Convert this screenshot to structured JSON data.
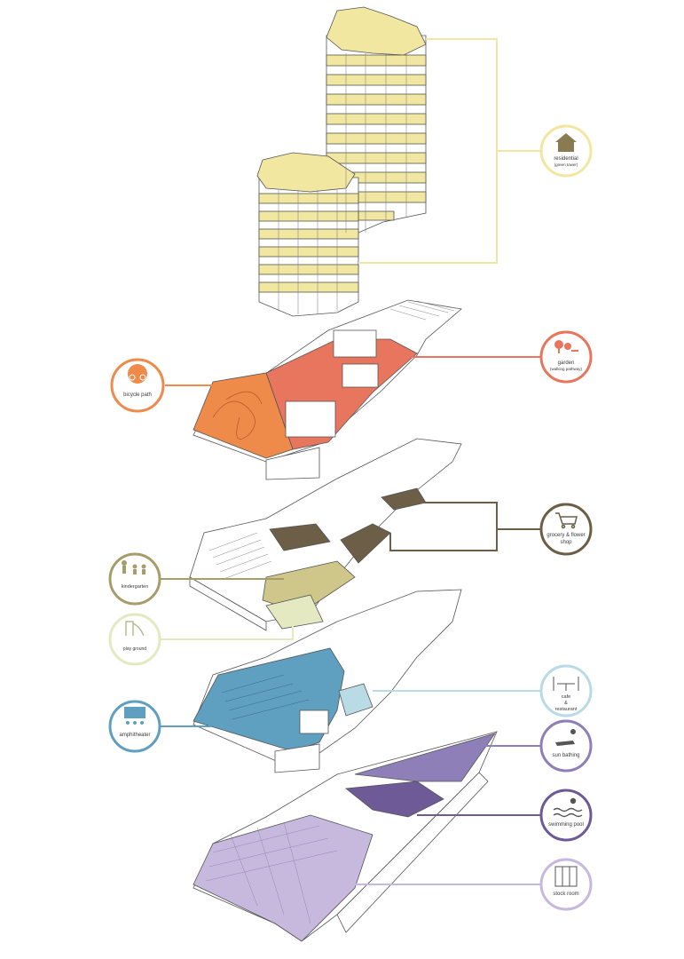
{
  "labels": {
    "residential": "residential",
    "residential_sub": "(green tower)",
    "bicycle": "bicycle path",
    "garden": "garden",
    "garden_sub": "(walking pathway)",
    "grocery_1": "grocery & flower",
    "grocery_2": "shop",
    "kindergarten": "kindergarten",
    "playground": "play ground",
    "cafe_1": "cafe",
    "cafe_2": "&",
    "cafe_3": "restaurant",
    "amphitheater": "amphitheater",
    "sunbathing": "sun bathing",
    "swimming": "swimming pool",
    "stock": "stock room"
  },
  "icons": {
    "residential": "house-icon",
    "bicycle": "bicycle-icon",
    "garden": "tree-bench-icon",
    "grocery": "shopping-cart-icon",
    "kindergarten": "children-icon",
    "playground": "slide-icon",
    "cafe": "table-chairs-icon",
    "amphitheater": "audience-screen-icon",
    "sunbathing": "sun-lounger-icon",
    "swimming": "swimmer-icon",
    "stock": "lockers-icon"
  },
  "colors": {
    "residential": "#f1e7a0",
    "garden": "#e8765e",
    "bicycle": "#ee8a4a",
    "grocery": "#6d5e47",
    "kindergarten": "#a79c6a",
    "playground": "#e4e9c2",
    "cafe": "#b9dbe6",
    "amphitheater": "#5f9fbf",
    "sunbathing": "#8e7fb8",
    "swimming": "#6d5a96",
    "stock": "#c7b8dd"
  }
}
